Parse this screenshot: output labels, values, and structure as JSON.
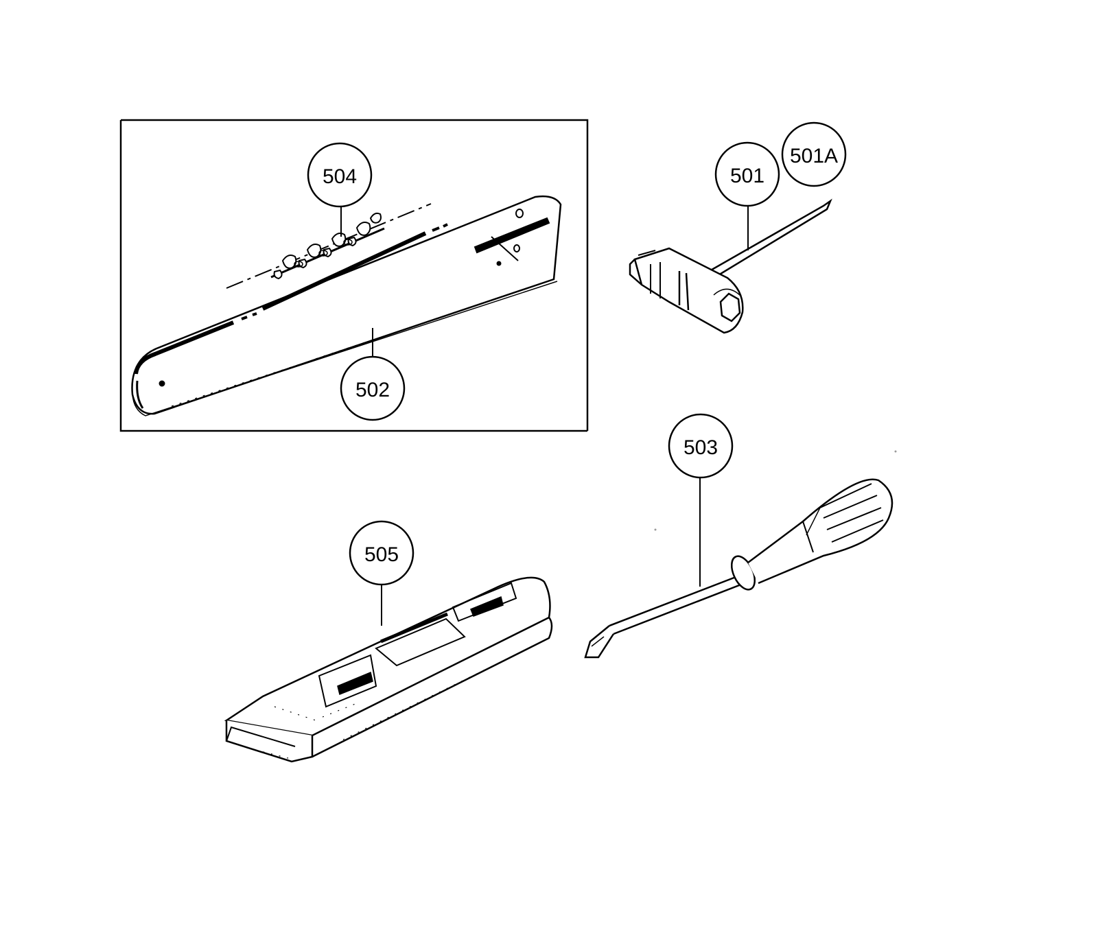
{
  "colors": {
    "ink": "#000000",
    "paper": "#ffffff",
    "shade": "#9a9a9a"
  },
  "callouts": {
    "p501": "501",
    "p501a": "501A",
    "p502": "502",
    "p503": "503",
    "p504": "504",
    "p505": "505"
  },
  "parts": [
    {
      "id": "501",
      "depicts": "spark-plug-wrench"
    },
    {
      "id": "501A",
      "depicts": "spark-plug-wrench-alt"
    },
    {
      "id": "502",
      "depicts": "guide-bar"
    },
    {
      "id": "503",
      "depicts": "screwdriver"
    },
    {
      "id": "504",
      "depicts": "saw-chain"
    },
    {
      "id": "505",
      "depicts": "bar-cover"
    }
  ]
}
